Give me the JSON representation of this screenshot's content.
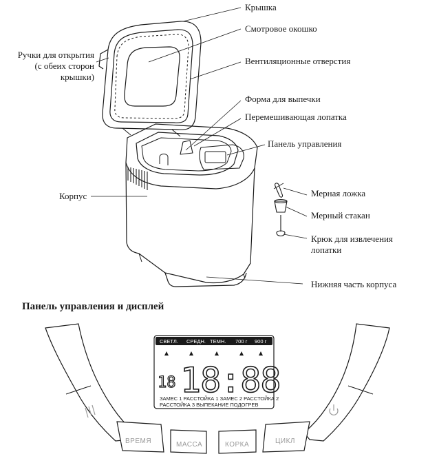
{
  "diagram": {
    "callouts": {
      "lid": "Крышка",
      "window": "Смотровое окошко",
      "handles_line1": "Ручки для открытия",
      "handles_line2": "(с обеих сторон",
      "handles_line3": "крышки)",
      "vents": "Вентиляционные отверстия",
      "pan": "Форма для выпечки",
      "paddle": "Перемешивающая лопатка",
      "control_panel": "Панель управления",
      "housing": "Корпус",
      "spoon": "Мерная ложка",
      "cup": "Мерный стакан",
      "hook_line1": "Крюк для извлечения",
      "hook_line2": "лопатки",
      "bottom": "Нижняя часть корпуса"
    },
    "panel_title": "Панель управления и дисплей"
  },
  "panel": {
    "buttons": {
      "time": "ВРЕМЯ",
      "weight": "МАССА",
      "crust": "КОРКА",
      "cycle": "ЦИКЛ"
    },
    "display": {
      "crust_light": "СВЕТЛ.",
      "crust_medium": "СРЕДН.",
      "crust_dark": "ТЕМН.",
      "weight_700": "700 г",
      "weight_900": "900 г",
      "program_number": "18",
      "time": "18:88",
      "stages_line1": "ЗАМЕС 1  РАССТОЙКА 1  ЗАМЕС 2  РАССТОЙКА 2",
      "stages_line2": "РАССТОЙКА 3  ВЫПЕКАНИЕ  ПОДОГРЕВ"
    }
  }
}
